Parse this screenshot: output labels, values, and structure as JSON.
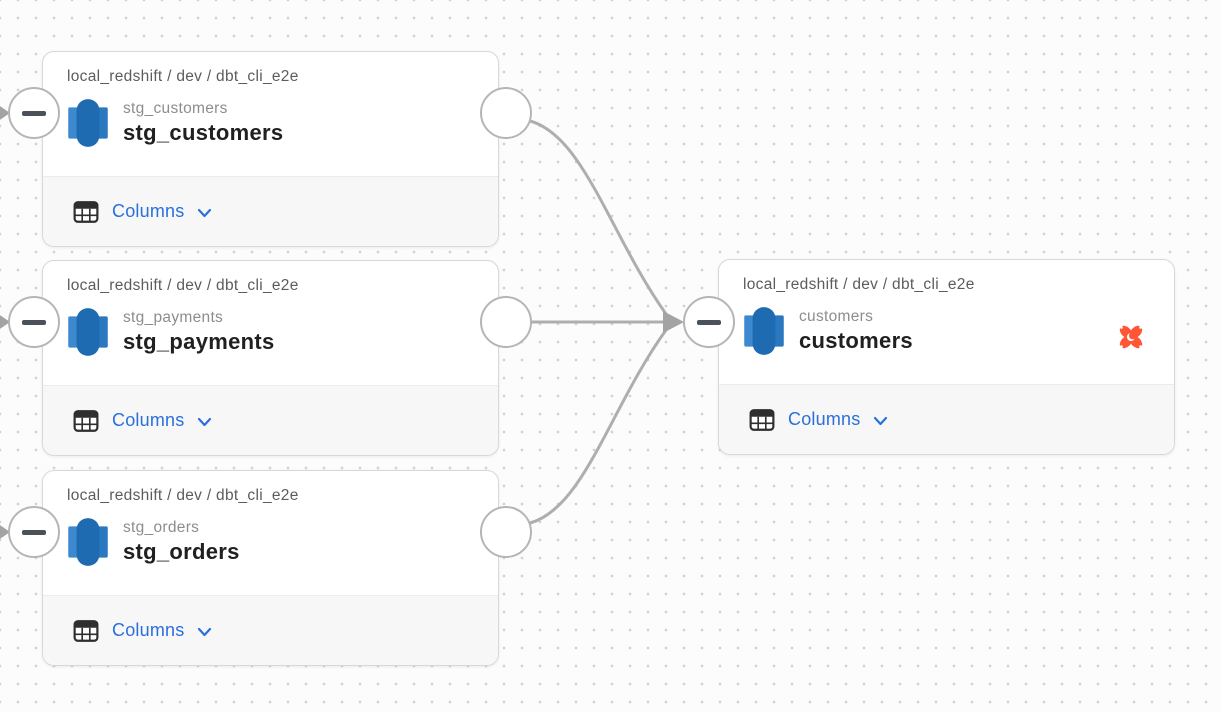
{
  "canvas": {
    "background_color": "#fcfcfc",
    "dot_color": "#d2d2d2",
    "edge_color": "#aeaeae"
  },
  "colors": {
    "accent_blue": "#2a6fdb",
    "dbt_orange": "#ff5636",
    "redshift_blue_center": "#1f6bb2",
    "redshift_blue_left": "#3d89cf",
    "redshift_blue_right": "#2a78bf",
    "title_text": "#202020",
    "subtitle_text": "#8d8d8d",
    "breadcrumb_text": "#5c5c5c",
    "port_border": "#b5b5b5"
  },
  "nodes": [
    {
      "breadcrumb": "local_redshift / dev / dbt_cli_e2e",
      "subtitle": "stg_customers",
      "title": "stg_customers",
      "columns_label": "Columns",
      "source_icon": "redshift-icon"
    },
    {
      "breadcrumb": "local_redshift / dev / dbt_cli_e2e",
      "subtitle": "stg_payments",
      "title": "stg_payments",
      "columns_label": "Columns",
      "source_icon": "redshift-icon"
    },
    {
      "breadcrumb": "local_redshift / dev / dbt_cli_e2e",
      "subtitle": "stg_orders",
      "title": "stg_orders",
      "columns_label": "Columns",
      "source_icon": "redshift-icon"
    },
    {
      "breadcrumb": "local_redshift / dev / dbt_cli_e2e",
      "subtitle": "customers",
      "title": "customers",
      "columns_label": "Columns",
      "source_icon": "redshift-icon",
      "badge_icon": "dbt-icon"
    }
  ],
  "edges": [
    {
      "from": "stg_customers",
      "to": "customers"
    },
    {
      "from": "stg_payments",
      "to": "customers"
    },
    {
      "from": "stg_orders",
      "to": "customers"
    }
  ]
}
